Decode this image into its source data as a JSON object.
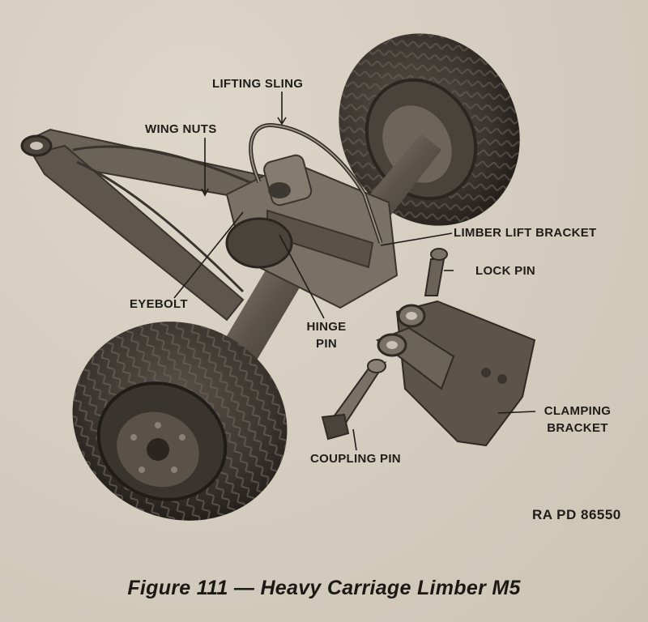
{
  "figure": {
    "caption": "Figure 111 — Heavy Carriage Limber M5",
    "reference_code": "RA PD 86550"
  },
  "callouts": {
    "lifting_sling": "LIFTING SLING",
    "wing_nuts": "WING NUTS",
    "limber_lift_bracket": "LIMBER LIFT BRACKET",
    "lock_pin": "LOCK PIN",
    "eyebolt": "EYEBOLT",
    "hinge_pin_line1": "HINGE",
    "hinge_pin_line2": "PIN",
    "clamping_bracket_line1": "CLAMPING",
    "clamping_bracket_line2": "BRACKET",
    "coupling_pin": "COUPLING PIN"
  }
}
